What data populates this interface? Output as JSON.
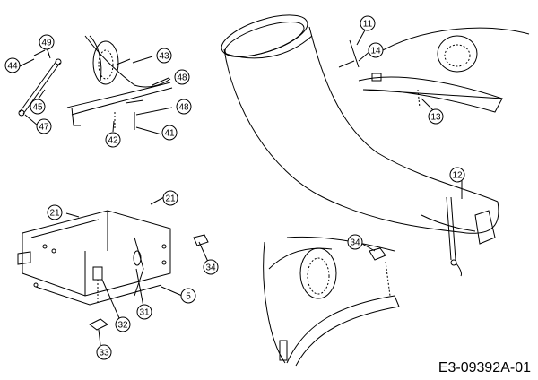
{
  "diagram": {
    "drawing_code": "E3-09392A-01",
    "callouts": [
      "49",
      "44",
      "45",
      "47",
      "43",
      "48",
      "48",
      "42",
      "41",
      "21",
      "21",
      "34",
      "5",
      "31",
      "32",
      "33",
      "11",
      "14",
      "13",
      "12",
      "34"
    ]
  }
}
